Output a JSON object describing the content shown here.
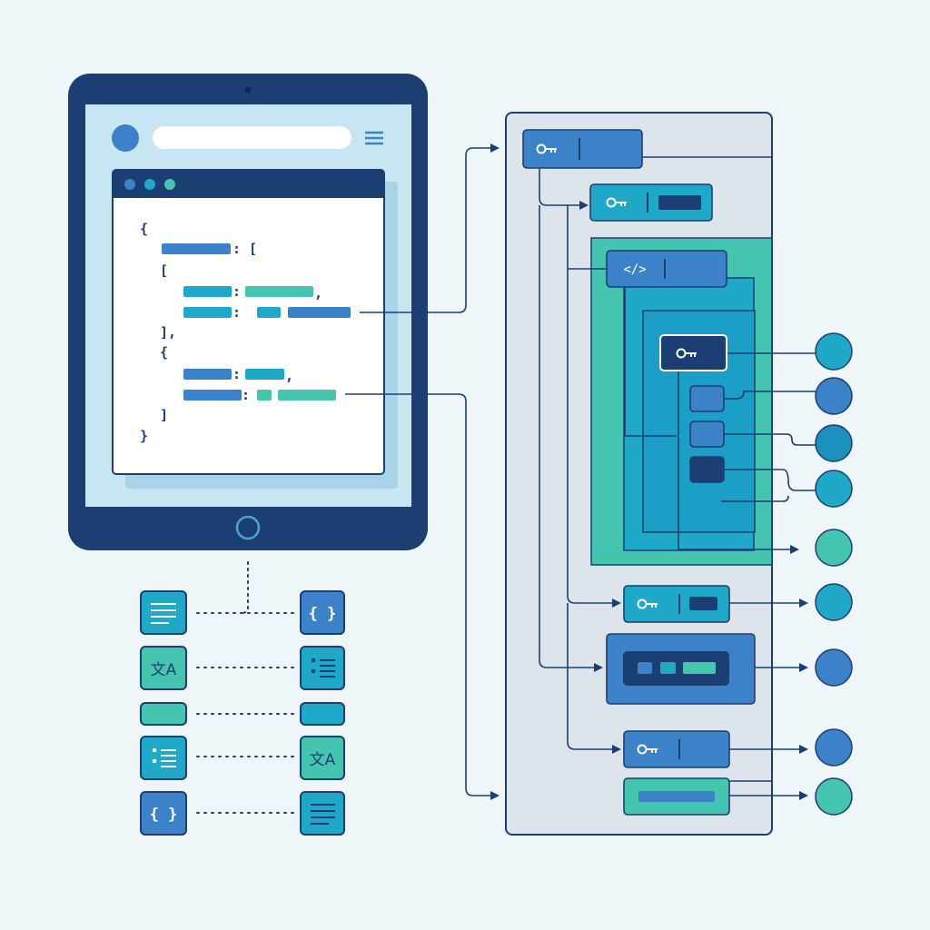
{
  "colors": {
    "background": "#eef6fa",
    "navy": "#1b3f73",
    "blue": "#3b82c8",
    "teal": "#20a8c8",
    "mint": "#45c4b0",
    "panel": "#dde4ec",
    "screen": "#c8e6f2"
  },
  "code": {
    "open_brace": "{",
    "colon_bracket": ": [",
    "open_bracket": "[",
    "colon": ":",
    "comma": ",",
    "close_bracket_comma": "],",
    "inner_open_brace": "{",
    "close_bracket": "]",
    "close_brace": "}"
  },
  "tree": {
    "code_node_label": "</>"
  },
  "mapping": {
    "left_icons": [
      "list-lines-icon",
      "translate-icon",
      "blank-pill",
      "bullet-list-icon",
      "braces-icon"
    ],
    "right_icons": [
      "braces-icon",
      "bullet-list-icon",
      "blank-pill",
      "translate-icon",
      "list-lines-icon"
    ],
    "braces_glyph": "{ }",
    "translate_glyph": "文A"
  }
}
